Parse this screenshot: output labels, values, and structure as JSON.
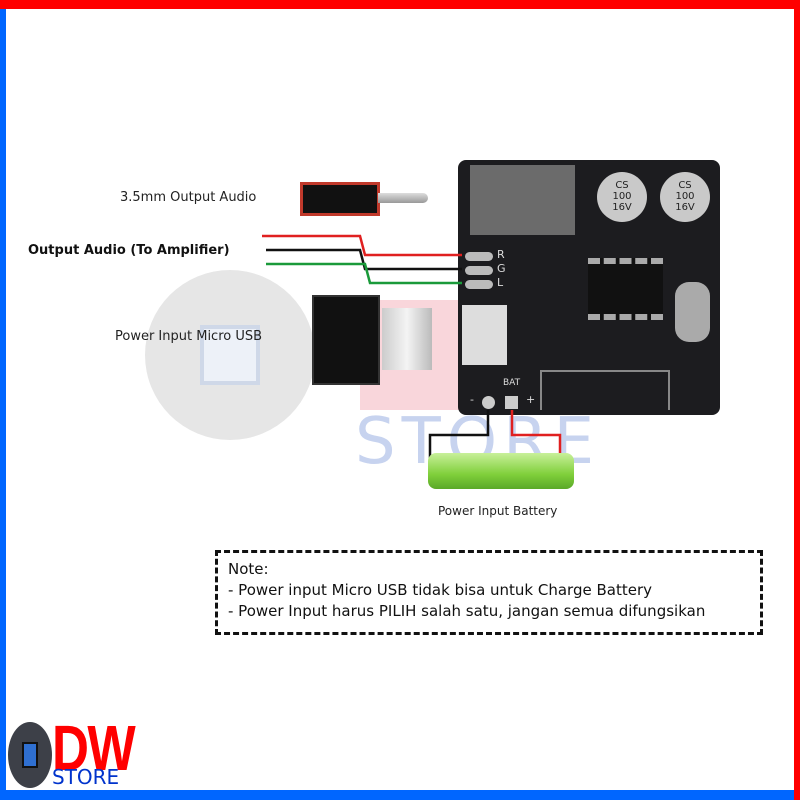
{
  "labels": {
    "output_jack": "3.5mm Output Audio",
    "output_amp": "Output Audio (To Amplifier)",
    "power_usb": "Power Input Micro USB",
    "power_battery": "Power Input Battery"
  },
  "board": {
    "pins": [
      "R",
      "G",
      "L"
    ],
    "capacitor_text": [
      "CS",
      "100",
      "16V"
    ],
    "bat_label": "BAT",
    "minus": "-",
    "plus": "+"
  },
  "note": {
    "title": "Note:",
    "lines": [
      "- Power input Micro USB tidak bisa untuk Charge Battery",
      "- Power Input harus PILIH salah satu, jangan semua difungsikan"
    ]
  },
  "logo": {
    "brand": "DW",
    "sub": "STORE"
  },
  "watermark": {
    "text": "STORE"
  },
  "colors": {
    "red": "#ff0000",
    "blue": "#0066ff",
    "wire_green": "#1a9a3a"
  }
}
